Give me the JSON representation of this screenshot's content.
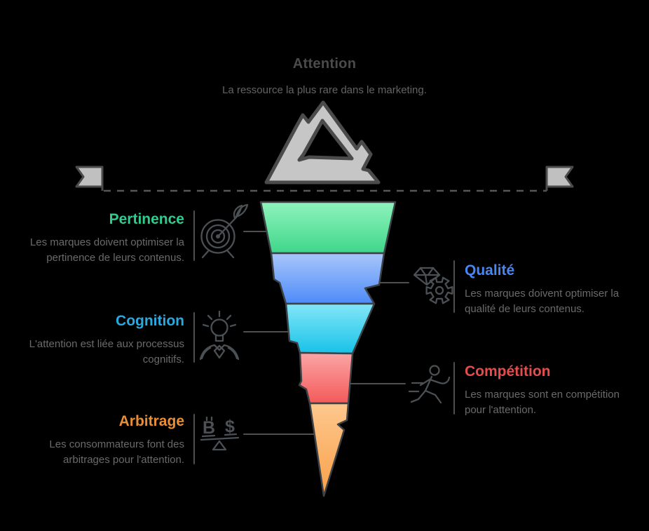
{
  "header": {
    "title": "Attention",
    "subtitle": "La ressource la plus rare dans le marketing."
  },
  "sections": {
    "pertinence": {
      "title": "Pertinence",
      "color": "#2ecc8f",
      "description": "Les marques doivent optimiser la pertinence de leurs contenus.",
      "icon": "target-icon",
      "side": "left"
    },
    "qualite": {
      "title": "Qualité",
      "color": "#4886f5",
      "description": "Les marques doivent optimiser la qualité de leurs contenus.",
      "icon": "gem-gear-icon",
      "side": "right"
    },
    "cognition": {
      "title": "Cognition",
      "color": "#29a9e0",
      "description": "L'attention est liée aux processus cognitifs.",
      "icon": "idea-head-icon",
      "side": "left"
    },
    "competition": {
      "title": "Compétition",
      "color": "#e74c4c",
      "description": "Les marques sont en compétition pour l'attention.",
      "icon": "runner-icon",
      "side": "right"
    },
    "arbitrage": {
      "title": "Arbitrage",
      "color": "#e88f35",
      "description": "Les consommateurs font des arbitrages pour l'attention.",
      "icon": "balance-icon",
      "side": "left"
    }
  },
  "funnel": {
    "segments": [
      {
        "label": "pertinence",
        "top_color": "#8ff3bc",
        "bottom_color": "#3fd68a"
      },
      {
        "label": "qualite",
        "top_color": "#a9c6fb",
        "bottom_color": "#4d8bf8"
      },
      {
        "label": "cognition",
        "top_color": "#83e6f8",
        "bottom_color": "#18c2e8"
      },
      {
        "label": "competition",
        "top_color": "#fba5a5",
        "bottom_color": "#f45a5a"
      },
      {
        "label": "arbitrage",
        "top_color": "#fdc88d",
        "bottom_color": "#f9a04a"
      }
    ]
  },
  "icons": {
    "balance_left_symbol": "B",
    "balance_right_symbol": "$"
  }
}
